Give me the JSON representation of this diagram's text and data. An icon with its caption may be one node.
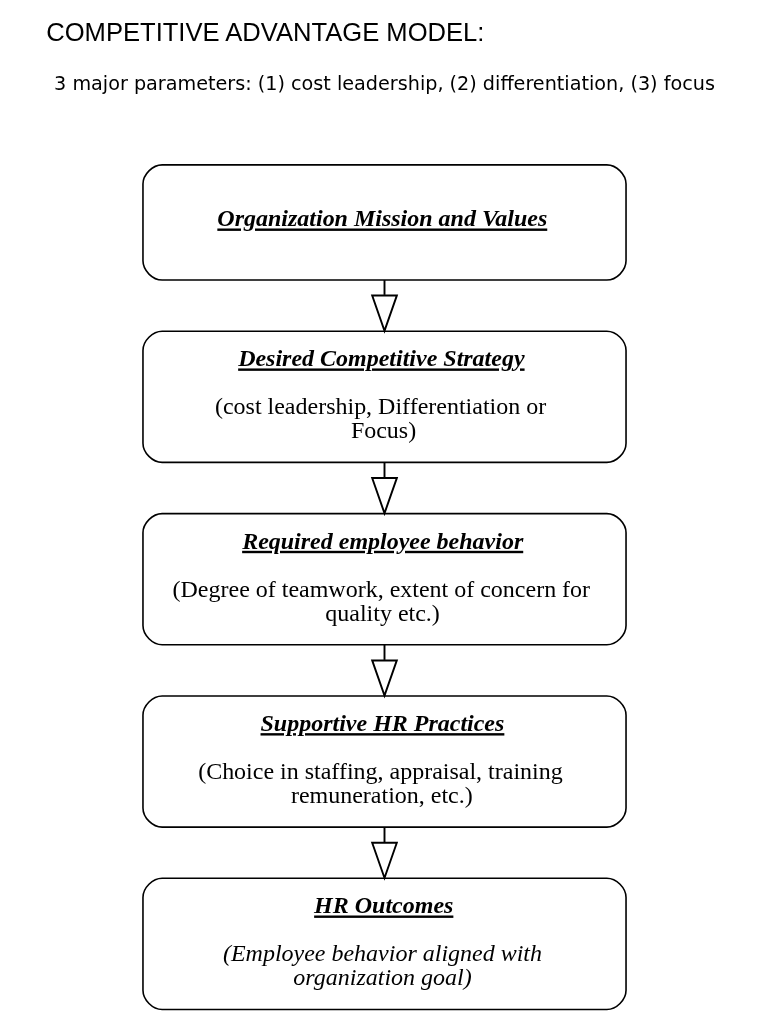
{
  "diagram": {
    "title": "COMPETITIVE ADVANTAGE MODEL:",
    "nodes": [
      {
        "text": [
          "Organization Mission and Values"
        ]
      },
      {
        "text": [
          "Desired Competitive Strategy",
          "(cost leadership, Differentiation or Focus)"
        ]
      },
      {
        "text": [
          "Required employee behavior",
          "(Degree of teamwork, extent of concern for quality etc.)"
        ]
      },
      {
        "text": [
          "Supportive HR Practices",
          "(Choice in staffing, appraisal, training remuneration, etc.)"
        ]
      },
      {
        "text": [
          "HR Outcomes",
          "(Employee behavior aligned with organization goal)"
        ]
      }
    ],
    "edges": [
      {
        "from": 0,
        "to": 1,
        "arrow": "to"
      },
      {
        "from": 1,
        "to": 2,
        "arrow": "to"
      },
      {
        "from": 2,
        "to": 3,
        "arrow": "to"
      },
      {
        "from": 3,
        "to": 4,
        "arrow": "to"
      }
    ],
    "labels": [
      "3 major parameters: (1) cost leadership, (2) differentiation, (3) focus"
    ]
  }
}
